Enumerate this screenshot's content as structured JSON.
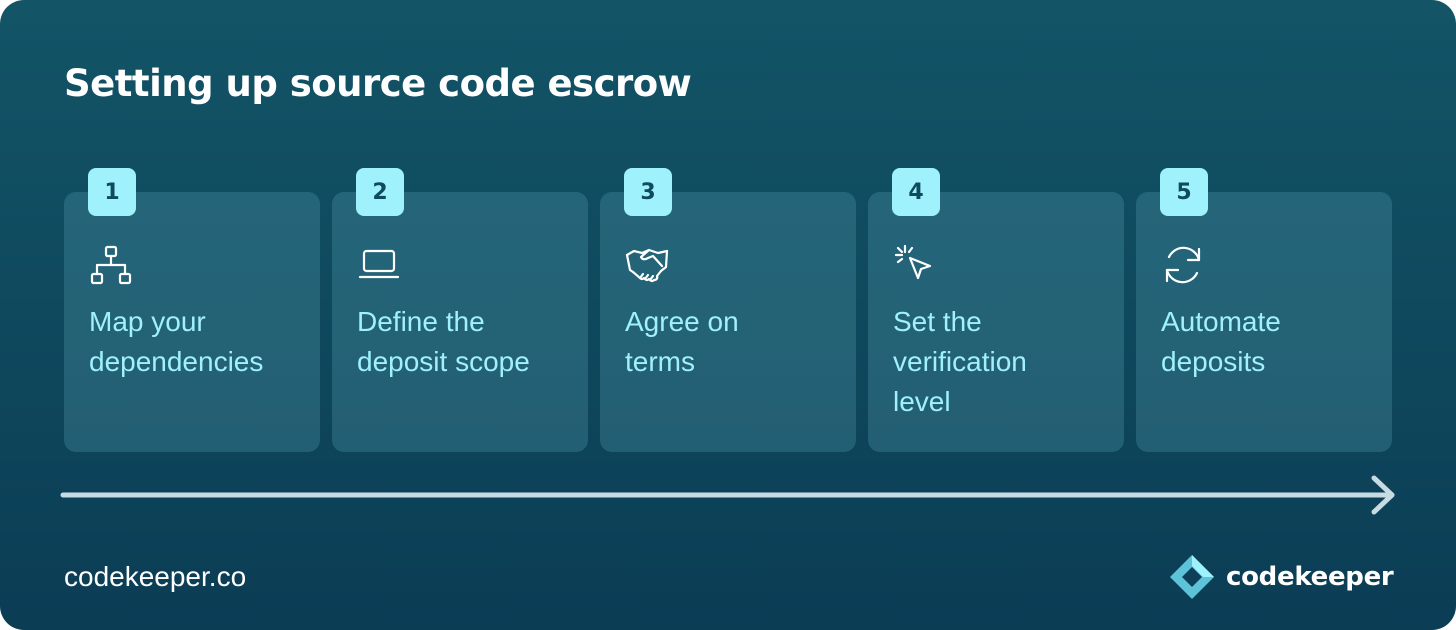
{
  "title": "Setting up source code escrow",
  "steps": [
    {
      "number": "1",
      "label": "Map your\ndependencies",
      "icon": "sitemap-icon"
    },
    {
      "number": "2",
      "label": "Define the\ndeposit scope",
      "icon": "laptop-icon"
    },
    {
      "number": "3",
      "label": "Agree on\nterms",
      "icon": "handshake-icon"
    },
    {
      "number": "4",
      "label": "Set the\nverification\nlevel",
      "icon": "pointer-click-icon"
    },
    {
      "number": "5",
      "label": "Automate\ndeposits",
      "icon": "refresh-icon"
    }
  ],
  "footer": {
    "url": "codekeeper.co",
    "brand_name": "codekeeper"
  },
  "colors": {
    "background": "#0f4a5f",
    "card": "#2a6377",
    "accent": "#9ff1fb",
    "text": "#ffffff",
    "arrow": "#c7dbe2"
  }
}
